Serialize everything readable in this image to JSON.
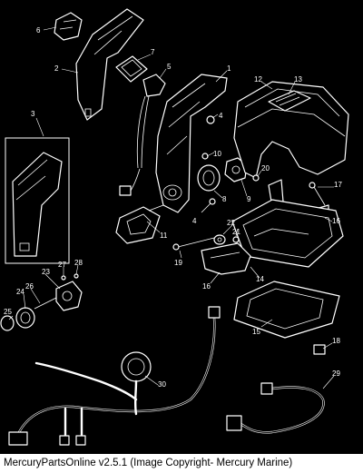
{
  "callouts": [
    {
      "id": "1",
      "label": "1"
    },
    {
      "id": "2",
      "label": "2"
    },
    {
      "id": "3",
      "label": "3"
    },
    {
      "id": "4a",
      "label": "4"
    },
    {
      "id": "4b",
      "label": "4"
    },
    {
      "id": "5",
      "label": "5"
    },
    {
      "id": "6",
      "label": "6"
    },
    {
      "id": "7",
      "label": "7"
    },
    {
      "id": "8",
      "label": "8"
    },
    {
      "id": "9",
      "label": "9"
    },
    {
      "id": "10",
      "label": "10"
    },
    {
      "id": "11",
      "label": "11"
    },
    {
      "id": "12",
      "label": "12"
    },
    {
      "id": "13",
      "label": "13"
    },
    {
      "id": "14",
      "label": "14"
    },
    {
      "id": "15",
      "label": "15"
    },
    {
      "id": "16a",
      "label": "16"
    },
    {
      "id": "16b",
      "label": "16"
    },
    {
      "id": "17",
      "label": "17"
    },
    {
      "id": "18",
      "label": "18"
    },
    {
      "id": "19",
      "label": "19"
    },
    {
      "id": "20",
      "label": "20"
    },
    {
      "id": "21",
      "label": "21"
    },
    {
      "id": "22",
      "label": "22"
    },
    {
      "id": "23",
      "label": "23"
    },
    {
      "id": "24",
      "label": "24"
    },
    {
      "id": "25",
      "label": "25"
    },
    {
      "id": "26",
      "label": "26"
    },
    {
      "id": "27",
      "label": "27"
    },
    {
      "id": "28",
      "label": "28"
    },
    {
      "id": "29",
      "label": "29"
    },
    {
      "id": "30",
      "label": "30"
    }
  ],
  "footer": {
    "caption": "MercuryPartsOnline v2.5.1 (Image Copyright- Mercury Marine)"
  }
}
